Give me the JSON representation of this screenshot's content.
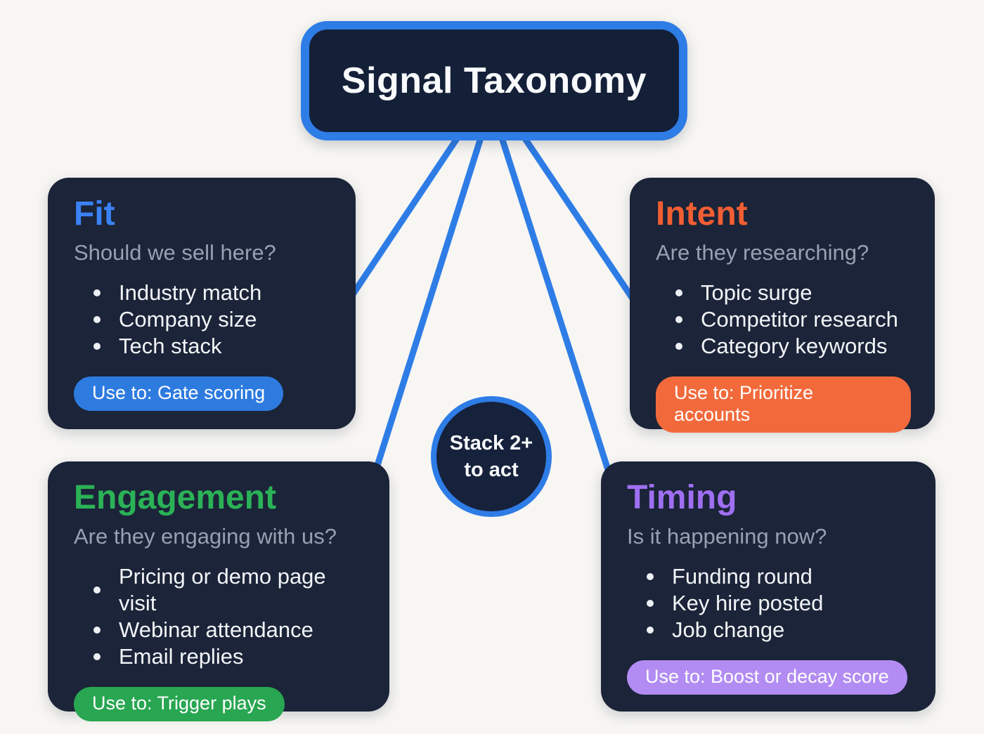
{
  "title": {
    "label": "Signal Taxonomy"
  },
  "center_node": {
    "line1": "Stack 2+",
    "line2": "to act"
  },
  "colors": {
    "background": "#F7F6F3",
    "card_background": "#1B2438",
    "connector_blue": "#2E7CE6",
    "subtitle_gray": "#97A1B2",
    "bullet_text": "#F2F4F7"
  },
  "cards": [
    {
      "id": "fit",
      "heading": "Fit",
      "accent_color": "#3B82F6",
      "pill_color": "#2E7BE0",
      "subtitle": "Should we sell here?",
      "bullets": [
        "Industry match",
        "Company size",
        "Tech stack"
      ],
      "pill": "Use to: Gate scoring"
    },
    {
      "id": "intent",
      "heading": "Intent",
      "accent_color": "#F25E33",
      "pill_color": "#F26A3C",
      "subtitle": "Are they researching?",
      "bullets": [
        "Topic surge",
        "Competitor research",
        "Category keywords"
      ],
      "pill": "Use to: Prioritize accounts"
    },
    {
      "id": "engagement",
      "heading": "Engagement",
      "accent_color": "#2BB257",
      "pill_color": "#28A651",
      "subtitle": "Are they engaging with us?",
      "bullets": [
        "Pricing or demo page visit",
        "Webinar attendance",
        "Email replies"
      ],
      "pill": "Use to: Trigger plays"
    },
    {
      "id": "timing",
      "heading": "Timing",
      "accent_color": "#9F6FF2",
      "pill_color": "#B28CF2",
      "subtitle": "Is it happening now?",
      "bullets": [
        "Funding round",
        "Key hire posted",
        "Job change"
      ],
      "pill": "Use to: Boost or decay score"
    }
  ]
}
